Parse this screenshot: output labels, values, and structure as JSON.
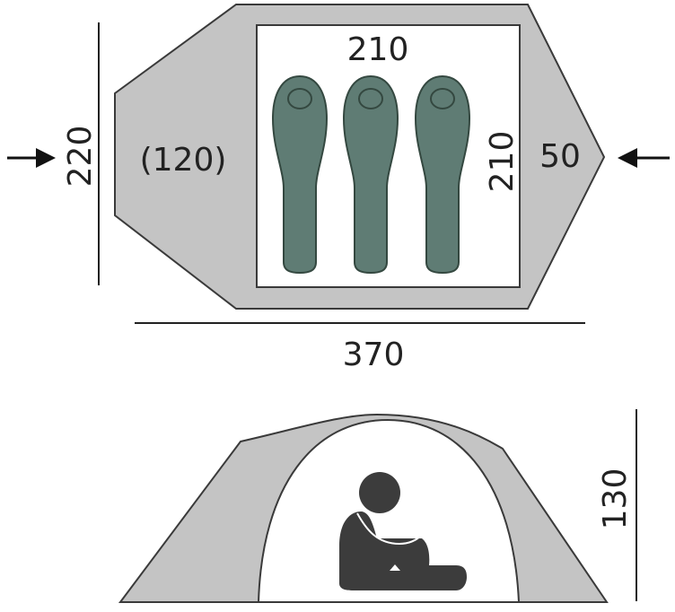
{
  "top_view": {
    "inner_width_label": "210",
    "inner_length_label": "210",
    "total_width_label": "220",
    "total_length_label": "370",
    "vestibule_large_label": "(120)",
    "vestibule_small_label": "50",
    "sleeping_bag_count": 3
  },
  "side_view": {
    "height_label": "130"
  },
  "colors": {
    "fly_gray": "#c4c4c4",
    "outline": "#3a3a3a",
    "inner_fill": "#ffffff",
    "sleeping_bag": "#5f7c74",
    "sleeping_bag_stroke": "#344840",
    "person": "#3c3c3c",
    "arrow": "#111111"
  }
}
